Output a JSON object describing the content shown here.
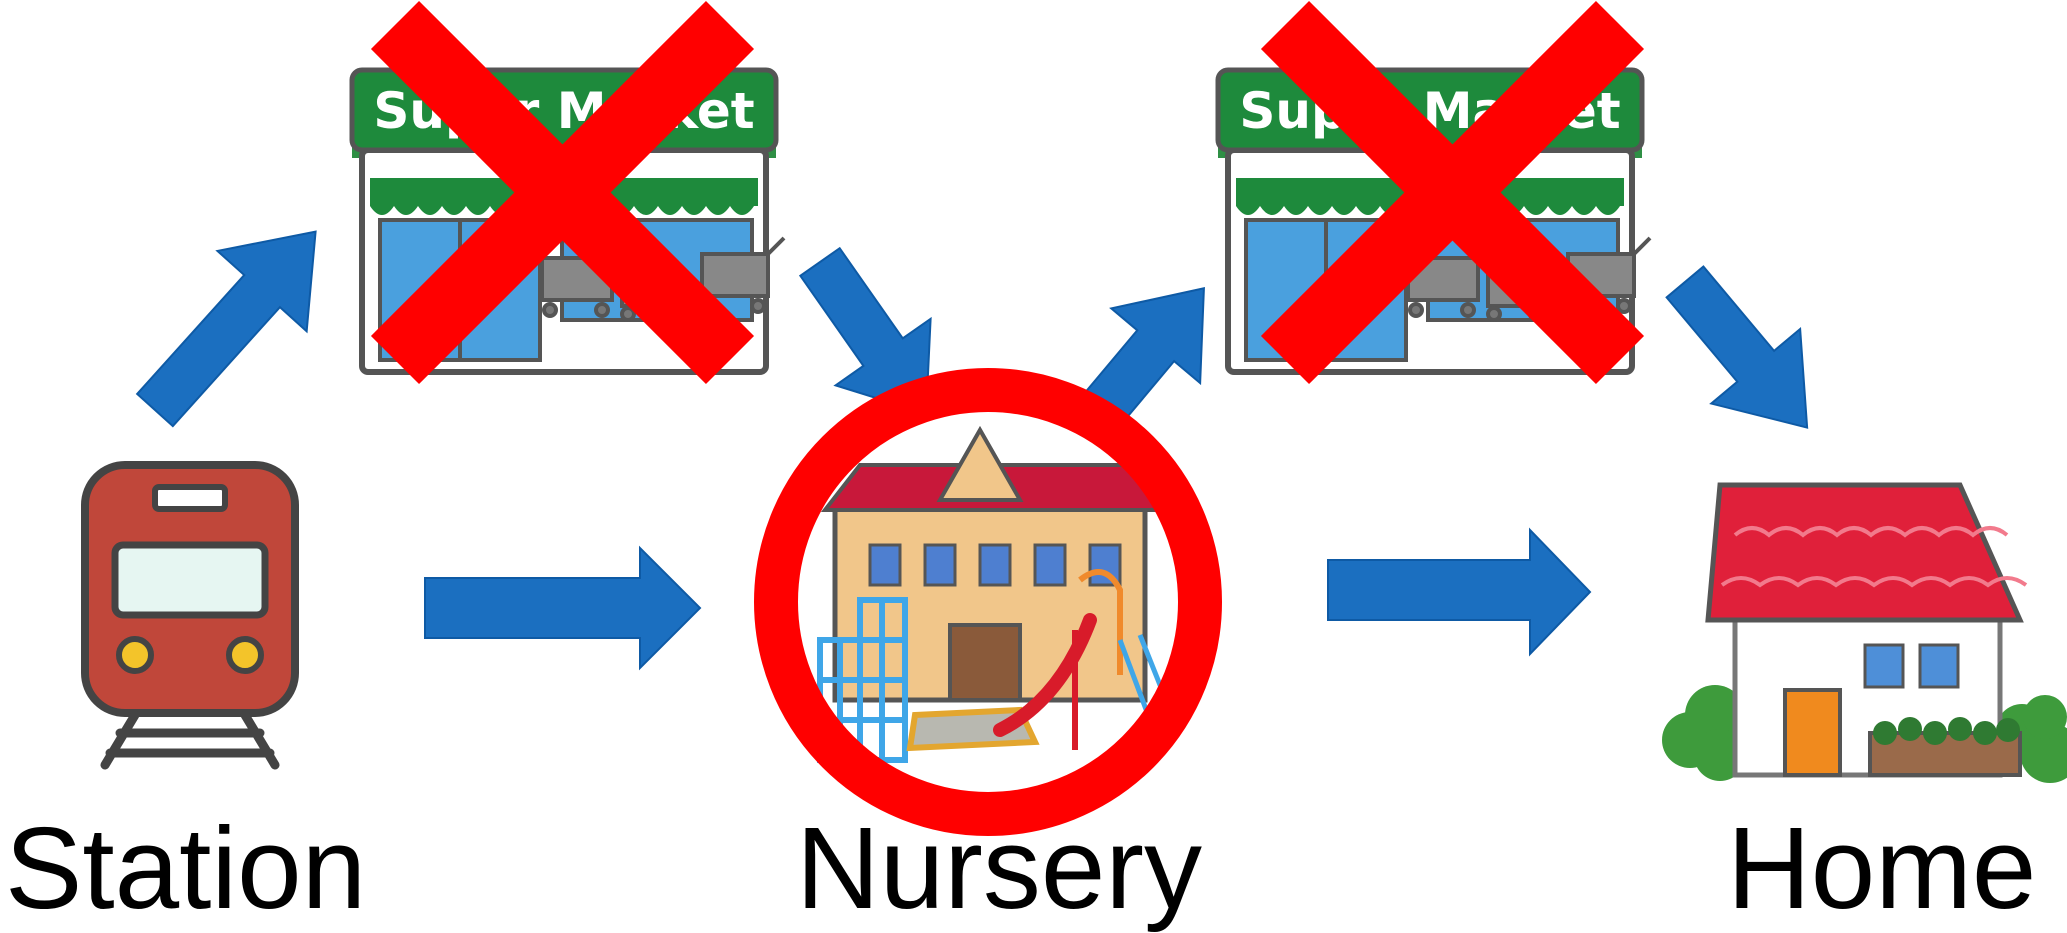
{
  "nodes": {
    "station": {
      "label": "Station"
    },
    "nursery": {
      "label": "Nursery"
    },
    "home": {
      "label": "Home"
    },
    "supermarket_left": {
      "sign_text": "Super Market",
      "status": "crossed-out"
    },
    "supermarket_right": {
      "sign_text": "Super Market",
      "status": "crossed-out"
    }
  },
  "edges": [
    {
      "from": "station",
      "to": "supermarket_left"
    },
    {
      "from": "supermarket_left",
      "to": "nursery"
    },
    {
      "from": "station",
      "to": "nursery"
    },
    {
      "from": "nursery",
      "to": "supermarket_right"
    },
    {
      "from": "supermarket_right",
      "to": "home"
    },
    {
      "from": "nursery",
      "to": "home"
    }
  ],
  "highlight": {
    "node": "nursery",
    "shape": "circle"
  },
  "colors": {
    "arrow": "#1b6fc0",
    "cross": "#ff0000",
    "circle": "#ff0000",
    "store_green": "#1e8a3c",
    "train_red": "#c0473a",
    "roof_red": "#e0203a"
  },
  "icons": [
    "train-icon",
    "supermarket-icon",
    "nursery-building-icon",
    "house-icon"
  ]
}
